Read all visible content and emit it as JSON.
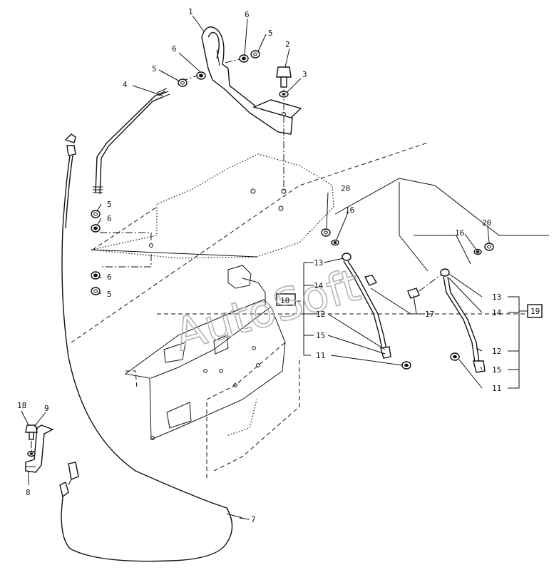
{
  "watermark": "AutoSoft",
  "callouts": {
    "c1": "1",
    "c2": "2",
    "c3": "3",
    "c4": "4",
    "c5a": "5",
    "c5b": "5",
    "c5c": "5",
    "c5d": "5",
    "c6a": "6",
    "c6b": "6",
    "c6c": "6",
    "c6d": "6",
    "c7": "7",
    "c8": "8",
    "c9": "9",
    "c10": "10",
    "c11a": "11",
    "c11b": "11",
    "c12a": "12",
    "c12b": "12",
    "c13a": "13",
    "c13b": "13",
    "c14a": "14",
    "c14b": "14",
    "c15a": "15",
    "c15b": "15",
    "c16a": "16",
    "c16b": "16",
    "c17": "17",
    "c18": "18",
    "c19": "19",
    "c20a": "20",
    "c20b": "20"
  }
}
